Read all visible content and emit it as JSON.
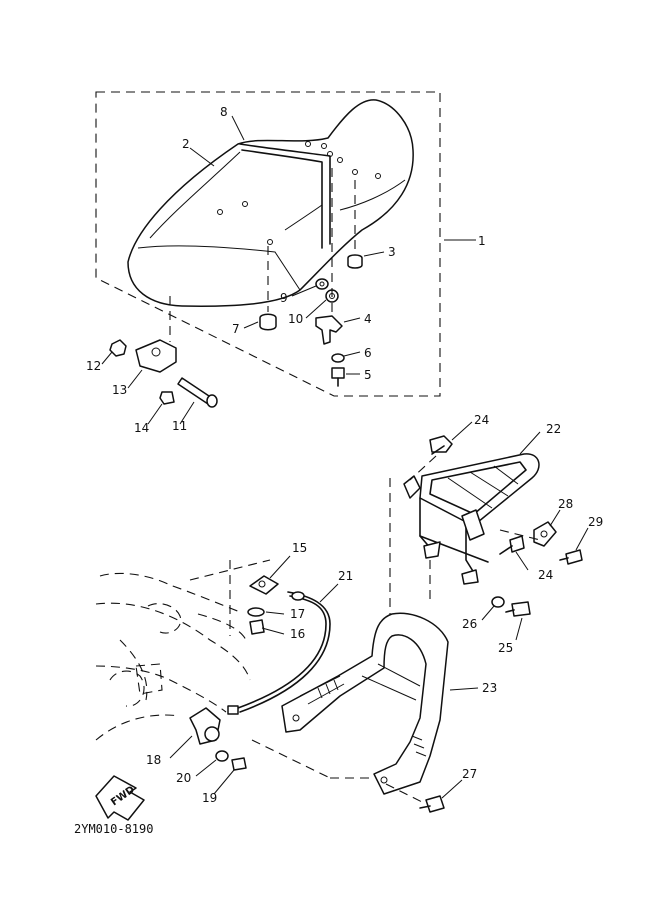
{
  "diagram_code": "2YM010-8190",
  "fwd_label": "FWD",
  "callouts": {
    "c1": "1",
    "c2": "2",
    "c3": "3",
    "c4": "4",
    "c5": "5",
    "c6": "6",
    "c7": "7",
    "c8": "8",
    "c9": "9",
    "c10": "10",
    "c11": "11",
    "c12": "12",
    "c13": "13",
    "c14": "14",
    "c15": "15",
    "c16": "16",
    "c17": "17",
    "c18": "18",
    "c19": "19",
    "c20": "20",
    "c21": "21",
    "c22": "22",
    "c23": "23",
    "c24a": "24",
    "c24b": "24",
    "c25": "25",
    "c26": "26",
    "c27": "27",
    "c28": "28",
    "c29": "29"
  }
}
